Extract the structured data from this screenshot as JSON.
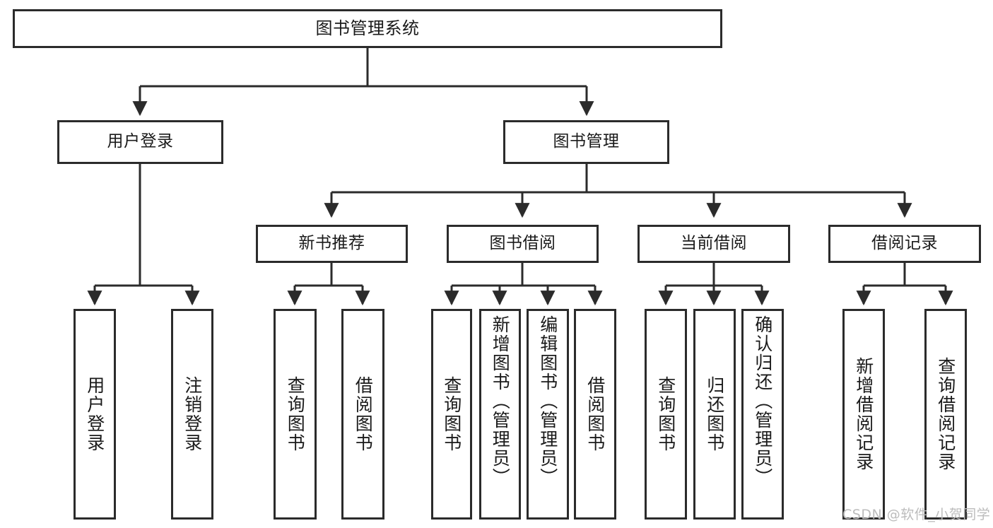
{
  "diagram": {
    "title": "图书管理系统",
    "watermark": "CSDN @软件_小贺同学",
    "colors": {
      "box_border": "#2b2b2b",
      "box_fill": "#ffffff",
      "edge": "#2b2b2b",
      "text": "#1a1a1a",
      "watermark": "#bcbcbc",
      "background": "#ffffff"
    }
  },
  "nodes": {
    "root": {
      "label": "图书管理系统"
    },
    "level2": [
      {
        "label": "用户登录"
      },
      {
        "label": "图书管理"
      }
    ],
    "level3": [
      {
        "label": "新书推荐"
      },
      {
        "label": "图书借阅"
      },
      {
        "label": "当前借阅"
      },
      {
        "label": "借阅记录"
      }
    ],
    "leaves": {
      "user_login": [
        {
          "label": "用户登录"
        },
        {
          "label": "注销登录"
        }
      ],
      "new_book": [
        {
          "label": "查询图书"
        },
        {
          "label": "借阅图书"
        }
      ],
      "borrow_book": [
        {
          "label": "查询图书"
        },
        {
          "label": "新增图书（管理员）"
        },
        {
          "label": "编辑图书（管理员）"
        },
        {
          "label": "借阅图书"
        }
      ],
      "current_borrow": [
        {
          "label": "查询图书"
        },
        {
          "label": "归还图书"
        },
        {
          "label": "确认归还（管理员）"
        }
      ],
      "borrow_record": [
        {
          "label": "新增借阅记录"
        },
        {
          "label": "查询借阅记录"
        }
      ]
    }
  }
}
